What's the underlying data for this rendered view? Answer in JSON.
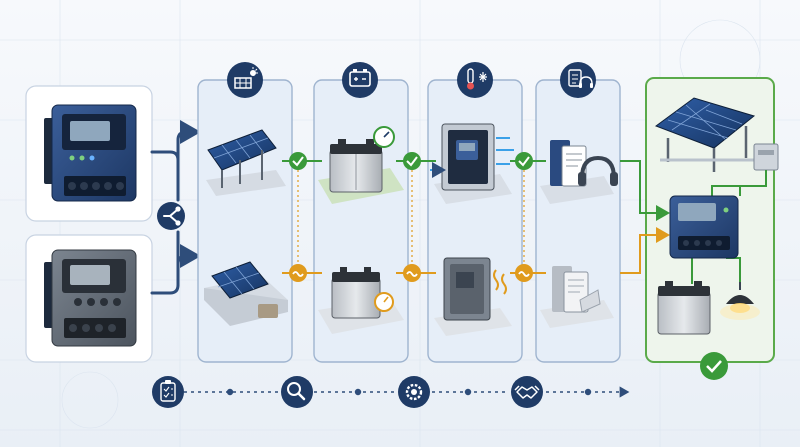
{
  "colors": {
    "navy": "#1f3b66",
    "green": "#3a9a3a",
    "amber": "#e09b1d",
    "panel_border": "#9fb4cf",
    "panel_fill": "#e6eef8",
    "final_border": "#5aaa4a",
    "line_blue": "#2e4d7a"
  },
  "controllers": [
    {
      "variant": "blue-mppt-controller"
    },
    {
      "variant": "gray-pwm-controller"
    }
  ],
  "stages": [
    {
      "header_icon": "solar-panel-sun-icon",
      "top_status": "check",
      "bottom_status": "partial"
    },
    {
      "header_icon": "battery-icon",
      "top_status": "check",
      "bottom_status": "partial"
    },
    {
      "header_icon": "thermometer-snowflake-icon",
      "top_status": "check",
      "bottom_status": "partial"
    },
    {
      "header_icon": "document-support-icon",
      "top_status": "check",
      "bottom_status": "partial"
    }
  ],
  "final_status": "check",
  "process_steps": [
    {
      "icon": "clipboard-checklist-icon"
    },
    {
      "icon": "magnifier-icon"
    },
    {
      "icon": "gear-icon"
    },
    {
      "icon": "handshake-icon"
    }
  ]
}
